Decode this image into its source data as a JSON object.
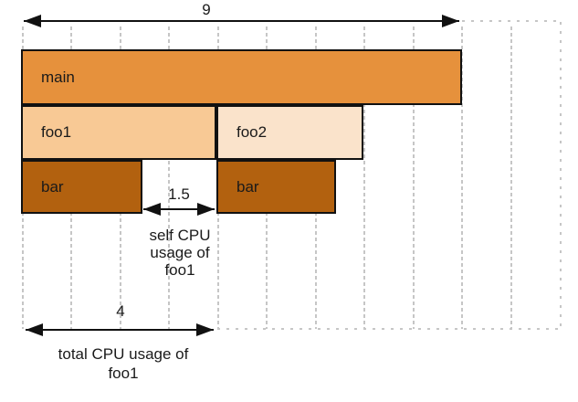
{
  "colors": {
    "frame_main": "#E6913C",
    "frame_foo1": "#F8C995",
    "frame_foo2": "#FAE3CB",
    "frame_bar": "#B2610F",
    "outline": "#111111",
    "grid": "#C6C6C6"
  },
  "frames": {
    "main": {
      "label": "main",
      "depth": 0,
      "start": 0,
      "width": 9
    },
    "foo1": {
      "label": "foo1",
      "depth": 1,
      "start": 0,
      "width": 4
    },
    "foo2": {
      "label": "foo2",
      "depth": 1,
      "start": 4,
      "width": 3
    },
    "bar1": {
      "label": "bar",
      "depth": 2,
      "start": 0,
      "width": 2.5
    },
    "bar2": {
      "label": "bar",
      "depth": 2,
      "start": 4,
      "width": 2.5
    }
  },
  "annotations": {
    "total_span": {
      "value": "9"
    },
    "self_cpu": {
      "value": "1.5",
      "caption_lines": [
        "self CPU",
        "usage of",
        "foo1"
      ]
    },
    "total_cpu": {
      "value": "4",
      "caption_lines": [
        "total CPU usage of",
        "foo1"
      ]
    }
  }
}
